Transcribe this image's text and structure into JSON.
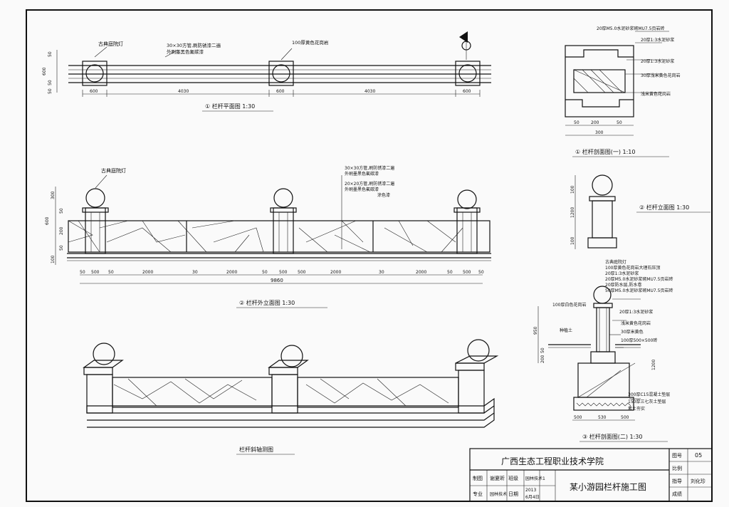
{
  "views": {
    "plan": {
      "title": "① 栏杆平面图 1:30",
      "label_light": "古典庭院灯",
      "label_pipe1": "30×30方管,刷防锈漆二遍",
      "label_pipe2": "外刷墨黑色氟碳漆",
      "label_stone": "100厚黄色花岗岩",
      "dims_v": [
        "50",
        "600",
        "50",
        "50"
      ],
      "dims_h": [
        "600",
        "4030",
        "600",
        "4030",
        "600"
      ]
    },
    "section1": {
      "title": "① 栏杆剖面图(一) 1:10",
      "notes": [
        "20厚M5.0水泥砂浆砌MU7.5页岩砖",
        "20厚1:3水泥砂浆",
        "20厚1:3水泥砂浆",
        "30厚浅米黄色花岗岩",
        "浅米黄色花岗岩"
      ],
      "dims_h": [
        "50",
        "200",
        "50",
        "300"
      ]
    },
    "elevation": {
      "title": "② 栏杆外立面图 1:30",
      "label_light": "古典庭院灯",
      "notes": [
        "30×30方管,刷防锈漆二遍",
        "外刷墨黑色氟碳漆",
        "20×20方管,刷防锈漆二遍",
        "外刷墨黑色氟碳漆",
        "涂色漆"
      ],
      "dims_v": [
        "300",
        "600",
        "50",
        "200",
        "50",
        "100"
      ],
      "dims_h": [
        "50",
        "500",
        "50",
        "2000",
        "30",
        "2000",
        "50",
        "500",
        "500",
        "2000",
        "30",
        "2000",
        "50",
        "500",
        "50"
      ],
      "total": "9860"
    },
    "side": {
      "title": "② 栏杆立面图 1:30",
      "dims_v": [
        "100",
        "1200",
        "100"
      ]
    },
    "section2": {
      "title": "③ 栏杆剖面图(二) 1:30",
      "notes": [
        "古典庭院灯",
        "100厚黄色花岗岩大理石压顶",
        "20厚1:3水泥砂浆",
        "20厚M5.0水泥砂浆砌MU7.5页岩砖",
        "20厚防水层,防水卷",
        "50厚M5.0水泥砂浆砌MU7.5页岩砖",
        "100厚白色花岗岩",
        "20厚1:3水泥砂浆",
        "浅米黄色花岗岩",
        "30厚米黄色",
        "100厚500×500砖",
        "种植土",
        "300厚C15混凝土垫层",
        "150厚三七灰土垫层",
        "素土夯实"
      ],
      "dims_v": [
        "950",
        "50",
        "200",
        "1200"
      ],
      "dims_h": [
        "500",
        "530",
        "500"
      ]
    },
    "iso": {
      "title": "栏杆斜轴测图"
    }
  },
  "title_block": {
    "school": "广西生态工程职业技术学院",
    "drawing_no_label": "图号",
    "drawing_no": "05",
    "scale_label": "比例",
    "grade_label": "指导",
    "grade": "刘化珍",
    "score_label": "成绩",
    "drawn_label": "制图",
    "drawn": "谢夏昕",
    "class_label": "班级",
    "class": "园林技术1",
    "major_label": "专业",
    "major": "园林技术",
    "date_label": "日期",
    "year": "2013",
    "date": "6月4日",
    "drawing_title": "某小游园栏杆施工图"
  }
}
